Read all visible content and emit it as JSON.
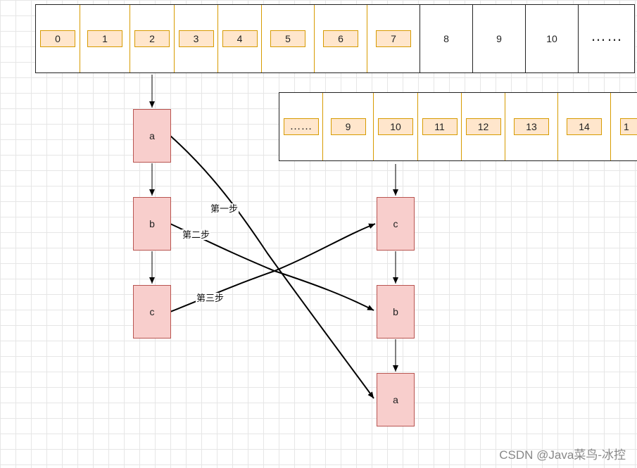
{
  "top_array": {
    "index_cells": [
      "0",
      "1",
      "2",
      "3",
      "4",
      "5",
      "6",
      "7"
    ],
    "plain_cells": [
      "8",
      "9",
      "10"
    ],
    "ellipsis": "……"
  },
  "second_array": {
    "ellipsis": "……",
    "index_cells": [
      "9",
      "10",
      "11",
      "12",
      "13",
      "14",
      "1"
    ]
  },
  "old_chain": {
    "nodes": [
      "a",
      "b",
      "c"
    ]
  },
  "new_chain": {
    "nodes": [
      "c",
      "b",
      "a"
    ]
  },
  "steps": [
    "第一步",
    "第二步",
    "第三步"
  ],
  "watermark": "CSDN @Java菜鸟-冰控",
  "colors": {
    "node_fill": "#f8cecc",
    "node_border": "#b85450",
    "index_fill": "#ffe6cc",
    "index_border": "#d79b00",
    "grid": "#e6e6e6"
  }
}
